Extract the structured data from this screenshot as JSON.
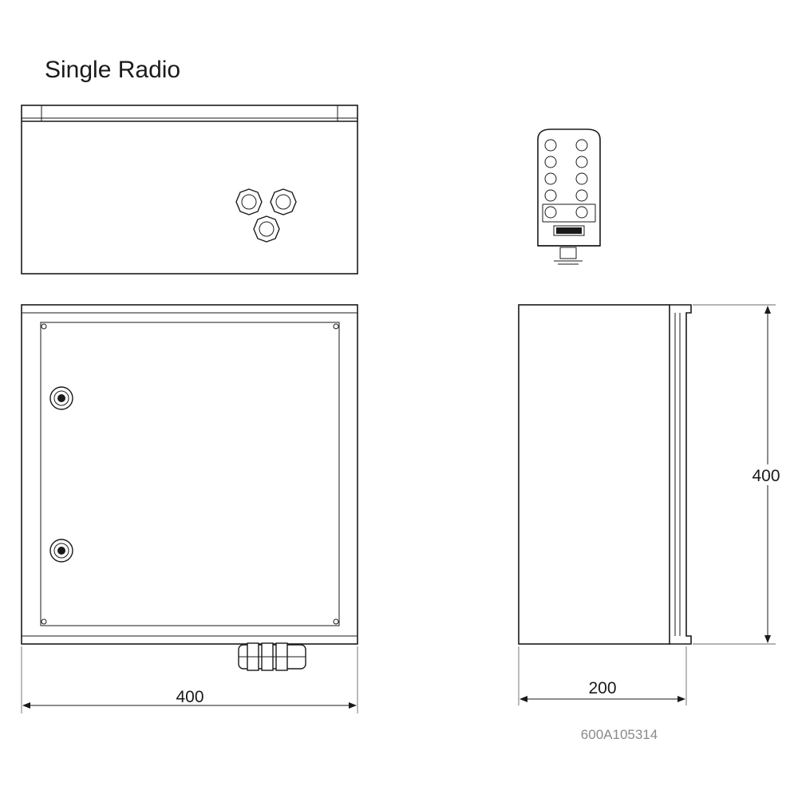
{
  "title": "Single Radio",
  "dimensions": {
    "front_width": "400",
    "side_depth": "200",
    "side_height": "400"
  },
  "drawing_code": "600A105314",
  "colors": {
    "line": "#1a1a1a",
    "code_text": "#8a8a8a",
    "background": "#ffffff"
  },
  "icons": [
    "cable-gland-icon",
    "door-lock-icon",
    "radio-remote-icon"
  ]
}
